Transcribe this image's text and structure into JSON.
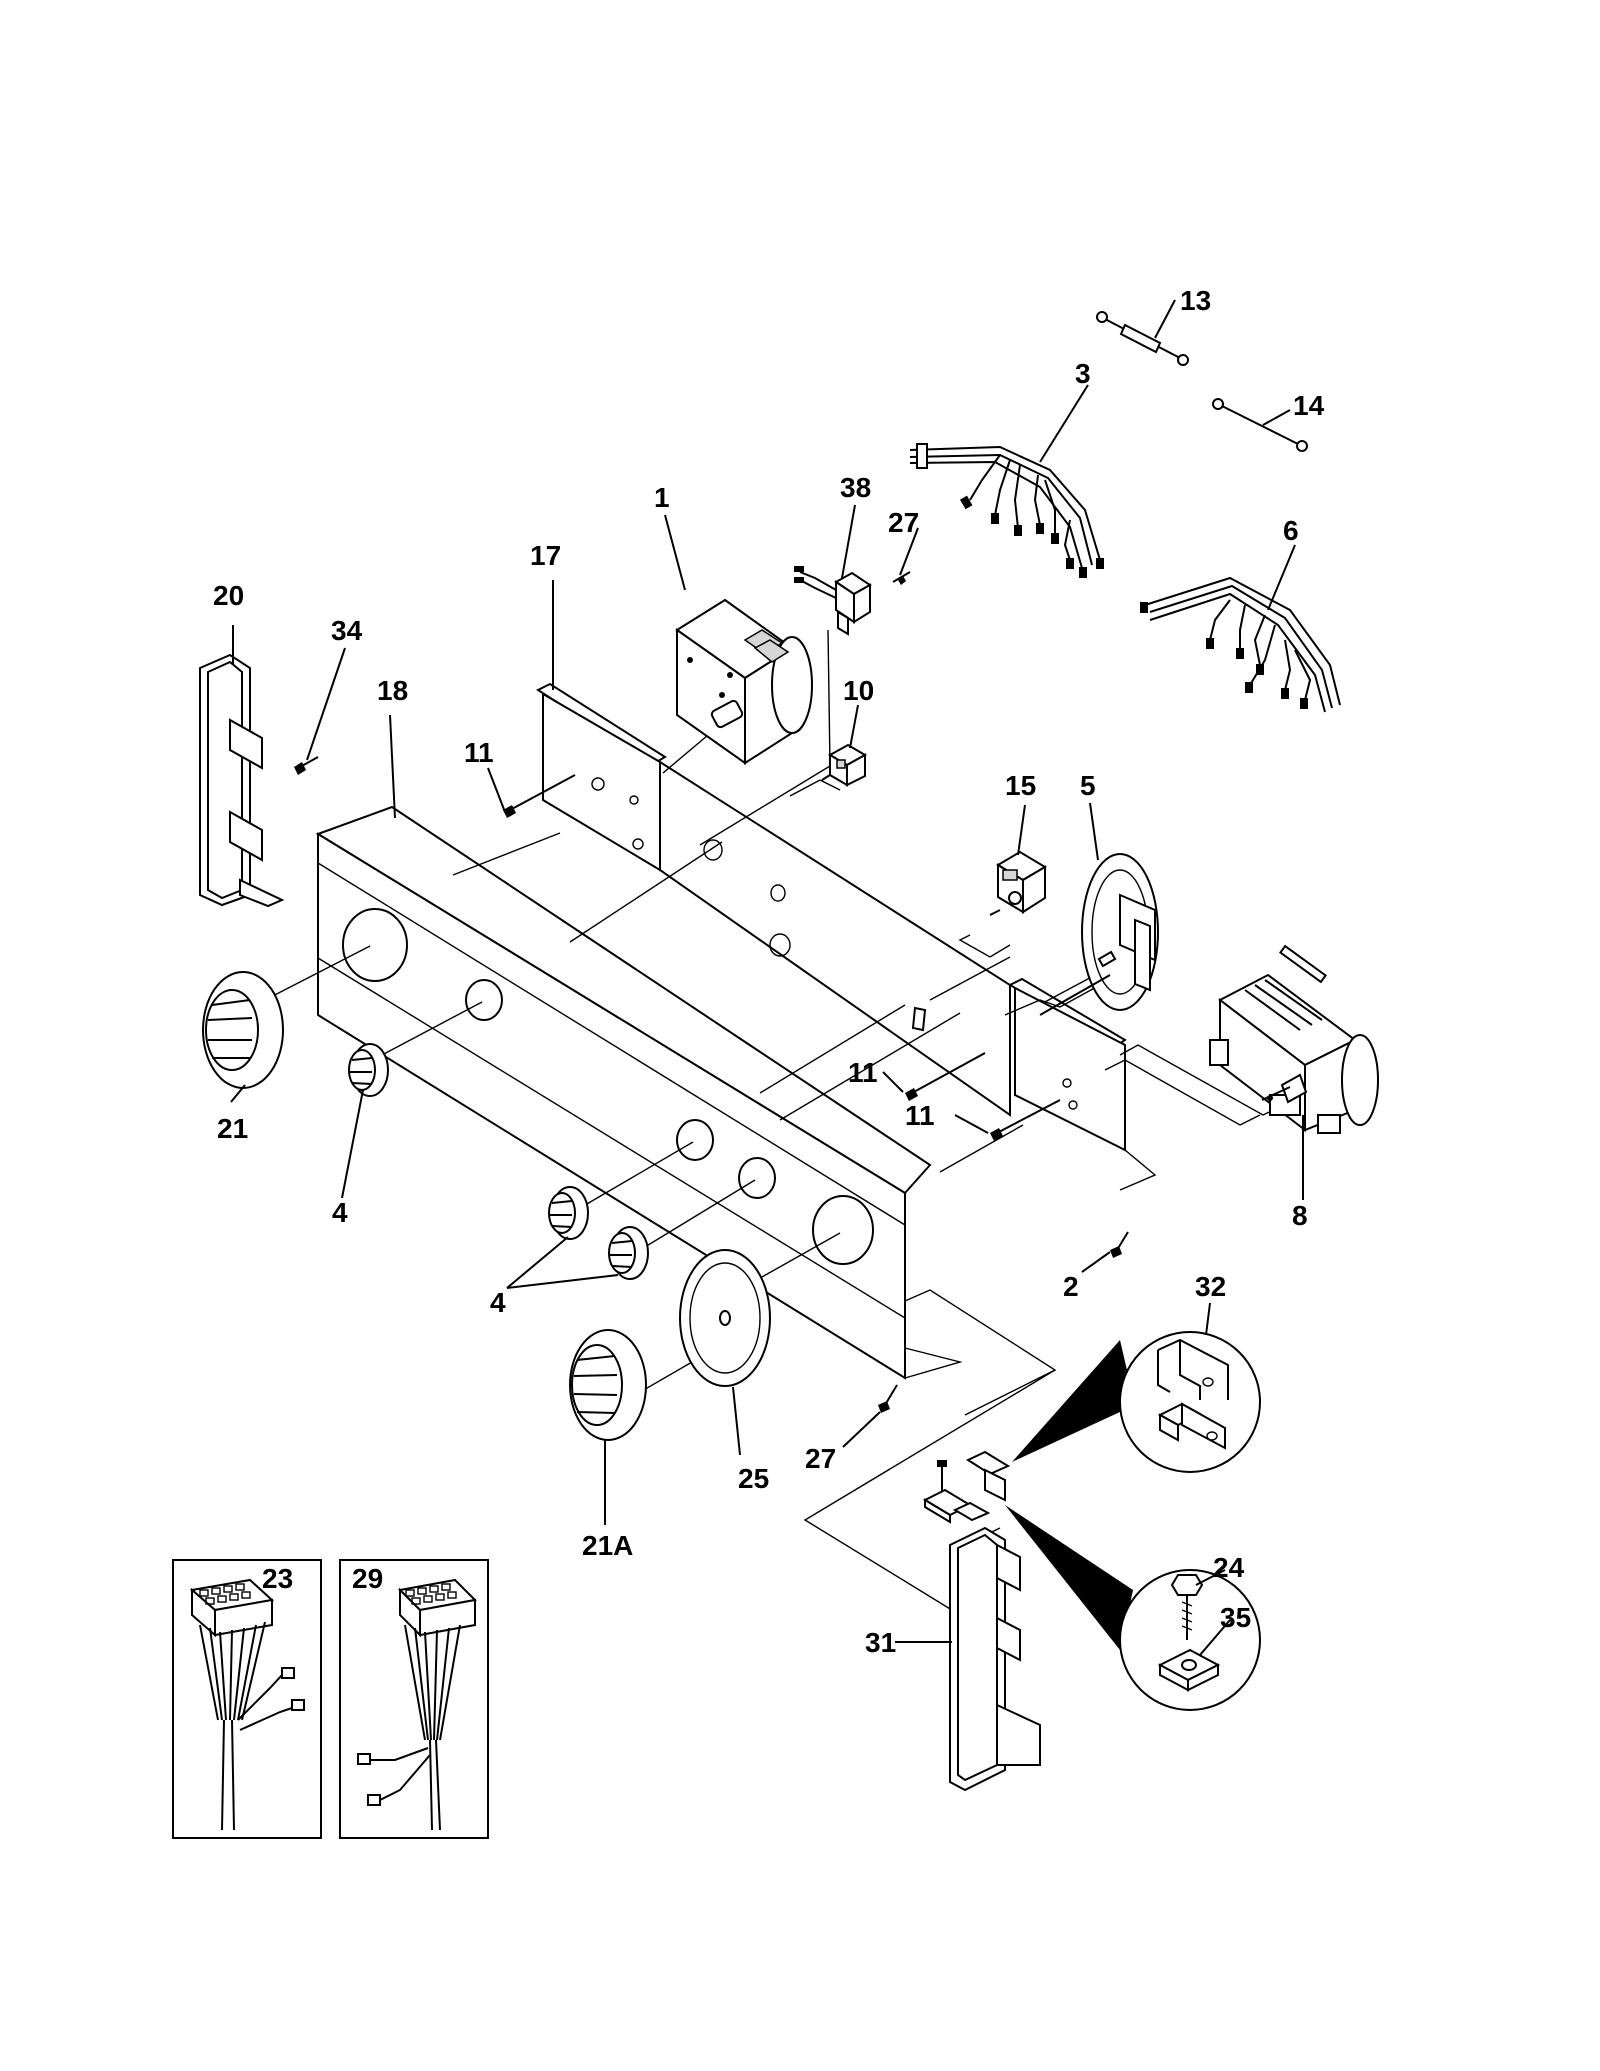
{
  "diagram": {
    "callouts": {
      "p1": "1",
      "p2": "2",
      "p3": "3",
      "p4a": "4",
      "p4b": "4",
      "p5": "5",
      "p6": "6",
      "p8": "8",
      "p10": "10",
      "p11a": "11",
      "p11b": "11",
      "p11c": "11",
      "p13": "13",
      "p14": "14",
      "p15": "15",
      "p17": "17",
      "p18": "18",
      "p20": "20",
      "p21": "21",
      "p21A": "21A",
      "p23": "23",
      "p24": "24",
      "p25": "25",
      "p27a": "27",
      "p27b": "27",
      "p29": "29",
      "p31": "31",
      "p32": "32",
      "p34": "34",
      "p35": "35",
      "p38": "38"
    }
  }
}
